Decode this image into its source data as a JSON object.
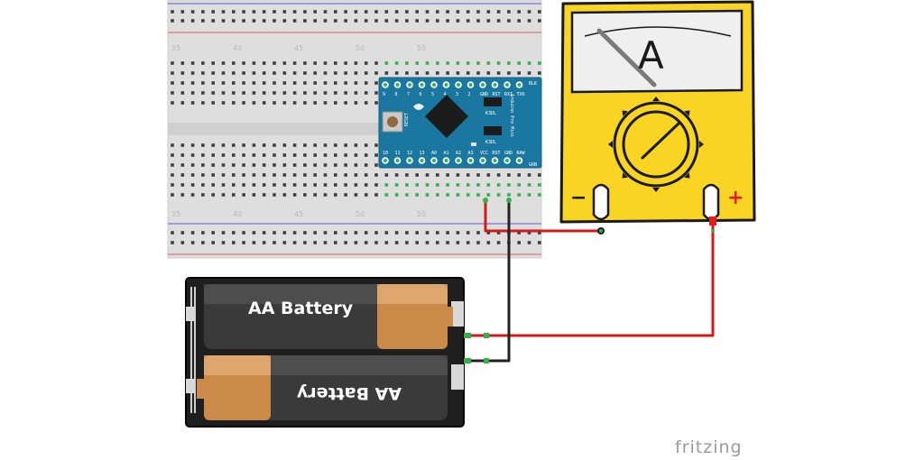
{
  "breadboard": {
    "column_numbers_top": [
      "35",
      "40",
      "45",
      "50",
      "55"
    ],
    "column_numbers_bottom": [
      "35",
      "40",
      "45",
      "50",
      "55"
    ]
  },
  "arduino": {
    "top_pins": [
      "9",
      "8",
      "7",
      "6",
      "5",
      "4",
      "3",
      "2",
      "GND",
      "RST",
      "RXI",
      "TXO"
    ],
    "bottom_pins": [
      "10",
      "11",
      "12",
      "13",
      "A0",
      "A1",
      "A2",
      "A3",
      "VCC",
      "RST",
      "GND",
      "RAW"
    ],
    "corner_top": "BLK",
    "corner_bottom": "GRN",
    "side_text": "Arduino Pro Mini",
    "reset_label": "RESET",
    "chip_top_text": "K3DL",
    "chip_bottom_text": "K3DL"
  },
  "battery": {
    "cell1_label": "AA Battery",
    "cell2_label": "AA Battery"
  },
  "meter": {
    "letter": "A",
    "minus": "−",
    "plus": "+"
  },
  "watermark": "fritzing",
  "colors": {
    "wire_red": "#d11a1a",
    "wire_black": "#222222",
    "meter_yellow": "#f9d423",
    "board_blue": "#1a78a0",
    "pin_green": "#34b24a"
  }
}
